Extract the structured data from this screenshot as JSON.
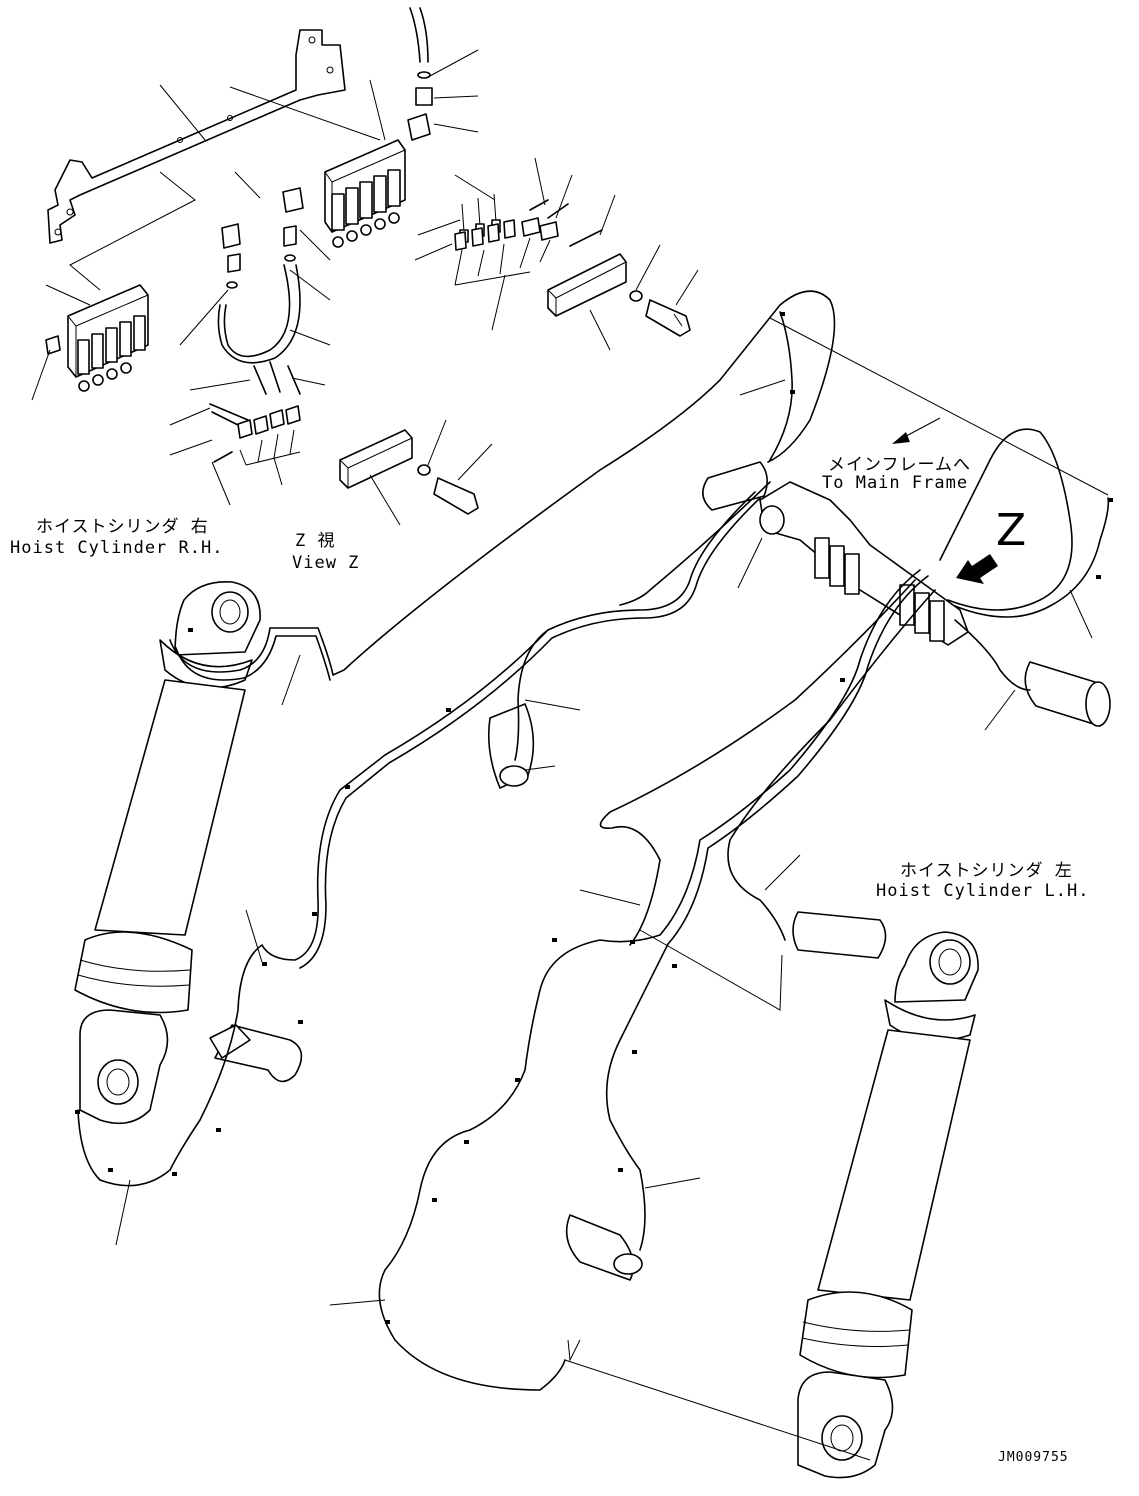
{
  "labels": {
    "hoist_rh_jp": "ホイストシリンダ 右",
    "hoist_rh_en": "Hoist Cylinder R.H.",
    "view_z_jp": "Z 視",
    "view_z_en": "View Z",
    "main_frame_jp": "メインフレームへ",
    "main_frame_en": "To Main Frame",
    "hoist_lh_jp": "ホイストシリンダ 左",
    "hoist_lh_en": "Hoist Cylinder L.H.",
    "z_marker": "Z",
    "drawing_code": "JM009755"
  },
  "icons": {
    "direction_arrow": "arrow-down-left-icon",
    "view_arrow": "filled-arrow-icon"
  }
}
